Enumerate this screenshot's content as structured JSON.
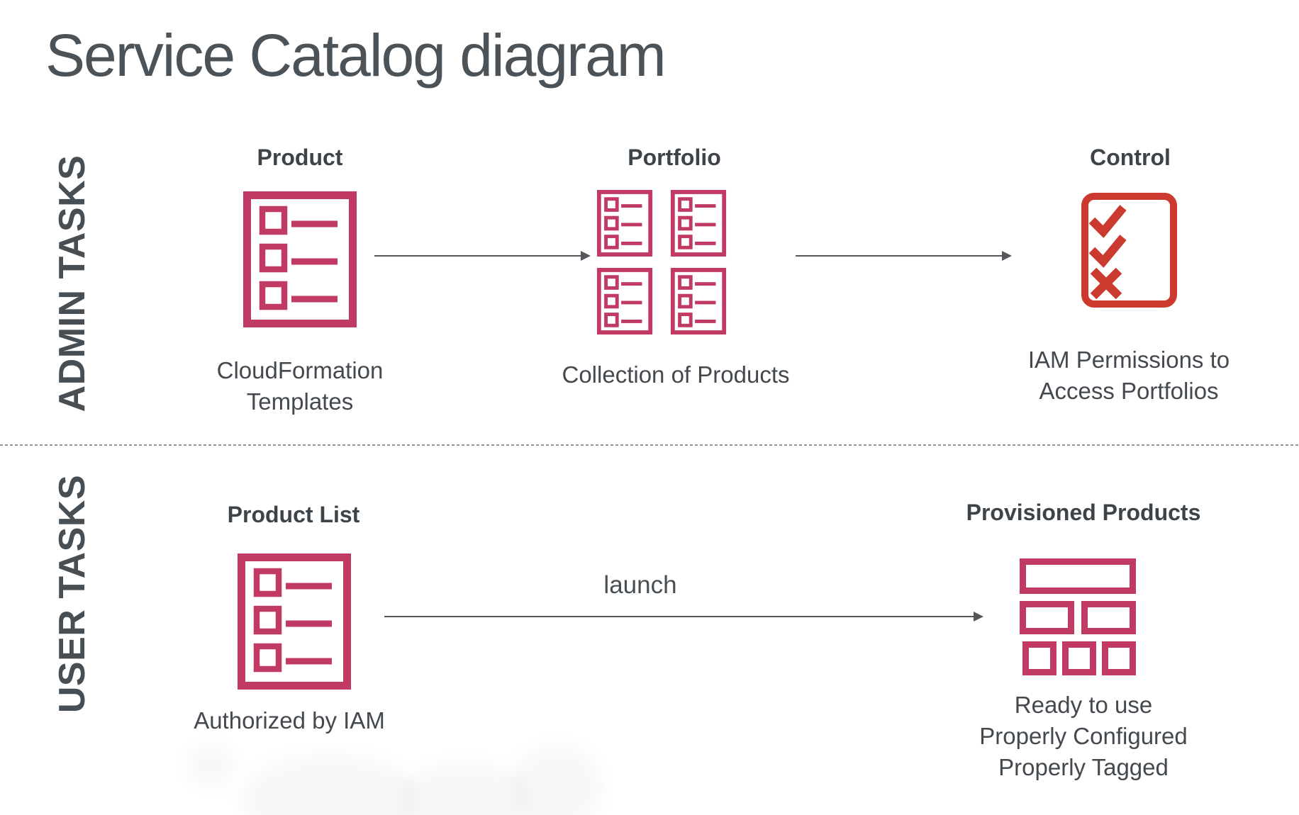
{
  "title": "Service Catalog diagram",
  "colors": {
    "title_text": "#4c5358",
    "heading_text": "#3d4449",
    "caption_text": "#43494e",
    "magenta_icon": "#c13a63",
    "red_icon": "#cb392f",
    "arrow": "#54585c",
    "divider": "#90969a"
  },
  "sections": {
    "admin": {
      "label": "ADMIN TASKS",
      "columns": [
        {
          "heading": "Product",
          "icon": "document-list-icon",
          "caption": "CloudFormation\nTemplates"
        },
        {
          "heading": "Portfolio",
          "icon": "portfolio-grid-icon",
          "caption": "Collection of Products"
        },
        {
          "heading": "Control",
          "icon": "checklist-icon",
          "caption": "IAM Permissions to\nAccess Portfolios"
        }
      ]
    },
    "user": {
      "label": "USER TASKS",
      "arrow_label": "launch",
      "columns": [
        {
          "heading": "Product List",
          "icon": "document-list-icon",
          "caption": "Authorized by IAM"
        },
        {
          "heading": "Provisioned Products",
          "icon": "bricks-icon",
          "caption": "Ready to use\nProperly Configured\nProperly Tagged"
        }
      ]
    }
  }
}
